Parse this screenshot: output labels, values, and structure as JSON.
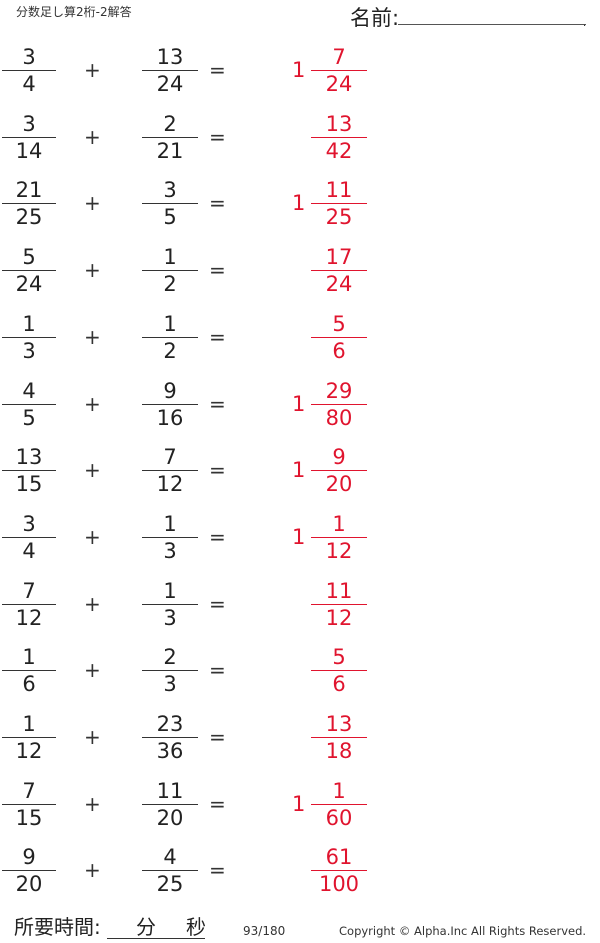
{
  "header": {
    "title": "分数足し算2桁-2解答",
    "name_label": "名前:",
    "name_dot": "."
  },
  "symbols": {
    "plus": "+",
    "equals": "="
  },
  "problems": [
    {
      "a": [
        "3",
        "4"
      ],
      "b": [
        "13",
        "24"
      ],
      "whole": "1",
      "ans": [
        "7",
        "24"
      ]
    },
    {
      "a": [
        "3",
        "14"
      ],
      "b": [
        "2",
        "21"
      ],
      "whole": "",
      "ans": [
        "13",
        "42"
      ]
    },
    {
      "a": [
        "21",
        "25"
      ],
      "b": [
        "3",
        "5"
      ],
      "whole": "1",
      "ans": [
        "11",
        "25"
      ]
    },
    {
      "a": [
        "5",
        "24"
      ],
      "b": [
        "1",
        "2"
      ],
      "whole": "",
      "ans": [
        "17",
        "24"
      ]
    },
    {
      "a": [
        "1",
        "3"
      ],
      "b": [
        "1",
        "2"
      ],
      "whole": "",
      "ans": [
        "5",
        "6"
      ]
    },
    {
      "a": [
        "4",
        "5"
      ],
      "b": [
        "9",
        "16"
      ],
      "whole": "1",
      "ans": [
        "29",
        "80"
      ]
    },
    {
      "a": [
        "13",
        "15"
      ],
      "b": [
        "7",
        "12"
      ],
      "whole": "1",
      "ans": [
        "9",
        "20"
      ]
    },
    {
      "a": [
        "3",
        "4"
      ],
      "b": [
        "1",
        "3"
      ],
      "whole": "1",
      "ans": [
        "1",
        "12"
      ]
    },
    {
      "a": [
        "7",
        "12"
      ],
      "b": [
        "1",
        "3"
      ],
      "whole": "",
      "ans": [
        "11",
        "12"
      ]
    },
    {
      "a": [
        "1",
        "6"
      ],
      "b": [
        "2",
        "3"
      ],
      "whole": "",
      "ans": [
        "5",
        "6"
      ]
    },
    {
      "a": [
        "1",
        "12"
      ],
      "b": [
        "23",
        "36"
      ],
      "whole": "",
      "ans": [
        "13",
        "18"
      ]
    },
    {
      "a": [
        "7",
        "15"
      ],
      "b": [
        "11",
        "20"
      ],
      "whole": "1",
      "ans": [
        "1",
        "60"
      ]
    },
    {
      "a": [
        "9",
        "20"
      ],
      "b": [
        "4",
        "25"
      ],
      "whole": "",
      "ans": [
        "61",
        "100"
      ]
    }
  ],
  "footer": {
    "time_label": "所要時間:",
    "minutes_unit": "分",
    "seconds_unit": "秒",
    "page": "93/180",
    "copyright": "Copyright ©  Alpha.Inc All Rights Reserved."
  },
  "colors": {
    "answer": "#e0142e",
    "text": "#222222"
  }
}
